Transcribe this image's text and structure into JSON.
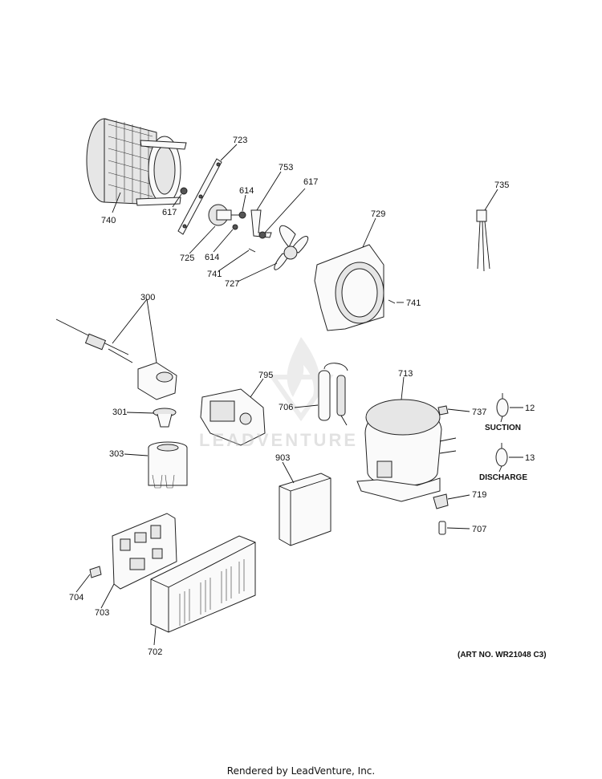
{
  "labels": {
    "p740": "740",
    "p723": "723",
    "p617a": "617",
    "p614a": "614",
    "p753": "753",
    "p617b": "617",
    "p725": "725",
    "p614b": "614",
    "p741a": "741",
    "p727": "727",
    "p729": "729",
    "p735": "735",
    "p741b": "741",
    "p300": "300",
    "p795": "795",
    "p301": "301",
    "p706": "706",
    "p713": "713",
    "p737": "737",
    "p12": "12",
    "p303": "303",
    "p13": "13",
    "p903": "903",
    "p719": "719",
    "p707": "707",
    "p704": "704",
    "p703": "703",
    "p702": "702"
  },
  "captions": {
    "suction": "SUCTION",
    "discharge": "DISCHARGE"
  },
  "art_number": "(ART NO. WR21048 C3)",
  "watermark": "LEADVENTURE",
  "footer": "Rendered by LeadVenture, Inc."
}
